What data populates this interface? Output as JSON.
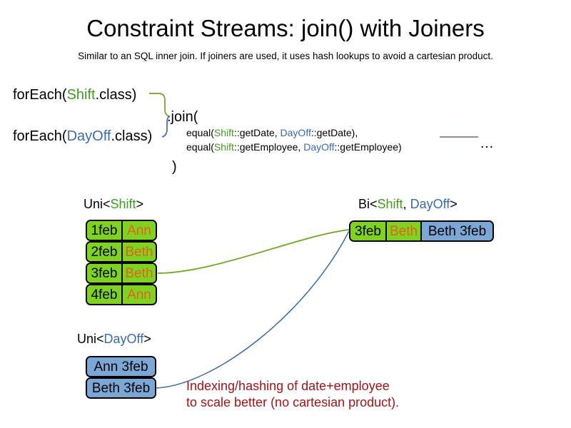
{
  "header": {
    "title": "Constraint Streams: join() with Joiners",
    "subtitle": "Similar to an SQL inner join. If joiners are used, it uses hash lookups to avoid a cartesian product."
  },
  "code": {
    "foreach_shift": {
      "prefix": "forEach(",
      "type": "Shift",
      "suffix": ".class)"
    },
    "foreach_dayoff": {
      "prefix": "forEach(",
      "type": "DayOff",
      "suffix": ".class)"
    },
    "join_open": ".join(",
    "join_close": ")",
    "joiner_1": {
      "prefix": "equal(",
      "left_type": "Shift",
      "left_method": "::getDate, ",
      "right_type": "DayOff",
      "right_method": "::getDate),"
    },
    "joiner_2": {
      "prefix": "equal(",
      "left_type": "Shift",
      "left_method": "::getEmployee, ",
      "right_type": "DayOff",
      "right_method": "::getEmployee)"
    },
    "ellipsis": "…"
  },
  "streams": {
    "uni_shift": {
      "label_prefix": "Uni<",
      "label_type": "Shift",
      "label_suffix": ">",
      "rows": [
        {
          "date": "1feb",
          "employee": "Ann"
        },
        {
          "date": "2feb",
          "employee": "Beth"
        },
        {
          "date": "3feb",
          "employee": "Beth"
        },
        {
          "date": "4feb",
          "employee": "Ann"
        }
      ]
    },
    "uni_dayoff": {
      "label_prefix": "Uni<",
      "label_type": "DayOff",
      "label_suffix": ">",
      "rows": [
        {
          "value": "Ann 3feb"
        },
        {
          "value": "Beth 3feb"
        }
      ]
    },
    "bi_join": {
      "label_prefix": "Bi<",
      "label_type_a": "Shift",
      "label_sep": ", ",
      "label_type_b": "DayOff",
      "label_suffix": ">",
      "row": {
        "date": "3feb",
        "employee": "Beth",
        "dayoff": "Beth 3feb"
      }
    }
  },
  "annotation": {
    "line_1": "Indexing/hashing of date+employee",
    "line_2": "to scale better (no cartesian product)."
  },
  "colors": {
    "shift_green_text": "#3f9c1f",
    "dayoff_blue_text": "#3a6ab0",
    "box_green_fill": "#7ed321",
    "box_blue_fill": "#7ba7d7",
    "name_orange": "#e8601c",
    "annotation_red": "#a51318",
    "connector_green": "#6aa81e",
    "connector_blue": "#3a6ab0",
    "ellipsis_rule": "#7a5f7a"
  }
}
